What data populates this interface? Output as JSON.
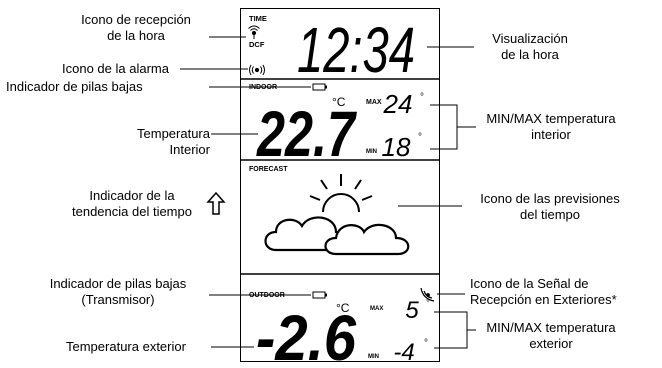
{
  "display": {
    "time_tag": "TIME",
    "dcf_tag": "DCF",
    "time_value": "12:34",
    "indoor_tag": "INDOOR",
    "indoor_temp": "22.7",
    "indoor_unit": "°C",
    "max_tag": "MAX",
    "min_tag": "MIN",
    "indoor_max": "24",
    "indoor_min": "18",
    "degree": "°",
    "forecast_tag": "FORECAST",
    "outdoor_tag": "OUTDOOR",
    "outdoor_temp": "-2.6",
    "outdoor_unit": "°C",
    "outdoor_max": "5",
    "outdoor_min": "-4"
  },
  "callouts": {
    "time_reception_icon": [
      "Icono de recepción",
      "de la hora"
    ],
    "alarm_icon": "Icono de la alarma",
    "low_battery": "Indicador de pilas bajas",
    "indoor_temp": [
      "Temperatura",
      "Interior"
    ],
    "trend": [
      "Indicador de la",
      "tendencia del tiempo"
    ],
    "low_battery_tx": [
      "Indicador de pilas bajas",
      "(Transmisor)"
    ],
    "outdoor_temp": "Temperatura exterior",
    "time_display": [
      "Visualización",
      "de la hora"
    ],
    "minmax_indoor": [
      "MIN/MAX temperatura",
      "interior"
    ],
    "forecast_icon": [
      "Icono de las previsiones",
      "del tiempo"
    ],
    "outdoor_signal": [
      "Icono de la Señal de",
      "Recepción en Exteriores*"
    ],
    "minmax_outdoor": [
      "MIN/MAX temperatura",
      "exterior"
    ]
  }
}
